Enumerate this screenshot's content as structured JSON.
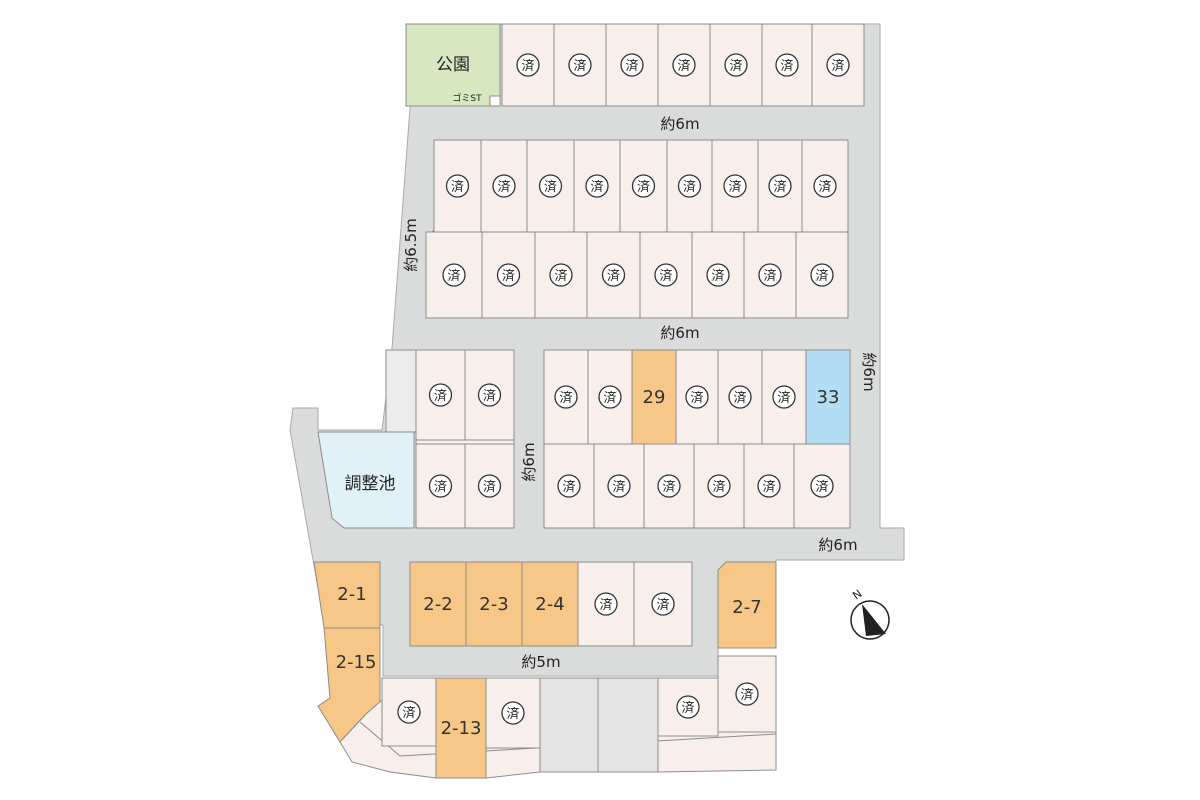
{
  "colors": {
    "road": "#dadbdb",
    "road_edge": "#a9aaaa",
    "lot_sold": "#f8efec",
    "lot_available": "#f6c787",
    "lot_highlight": "#b3ddf2",
    "park": "#d7e8c1",
    "pond": "#e0f1f8",
    "lot_gray": "#e3e3e3",
    "outline": "#8c8c8c"
  },
  "sold_mark": "済",
  "areas": {
    "park": "公園",
    "garbage": "ゴミST",
    "pond": "調整池"
  },
  "road_labels": {
    "top": "約6m",
    "left": "約6.5m",
    "middle": "約6m",
    "right": "約6m",
    "inner": "約6m",
    "bottom": "約6m",
    "lower": "約5m"
  },
  "lots": {
    "lot_29": "29",
    "lot_33": "33",
    "lot_2_1": "2-1",
    "lot_2_15": "2-15",
    "lot_2_2": "2-2",
    "lot_2_3": "2-3",
    "lot_2_4": "2-4",
    "lot_2_7": "2-7",
    "lot_2_13": "2-13"
  },
  "compass": {
    "north": "N"
  }
}
